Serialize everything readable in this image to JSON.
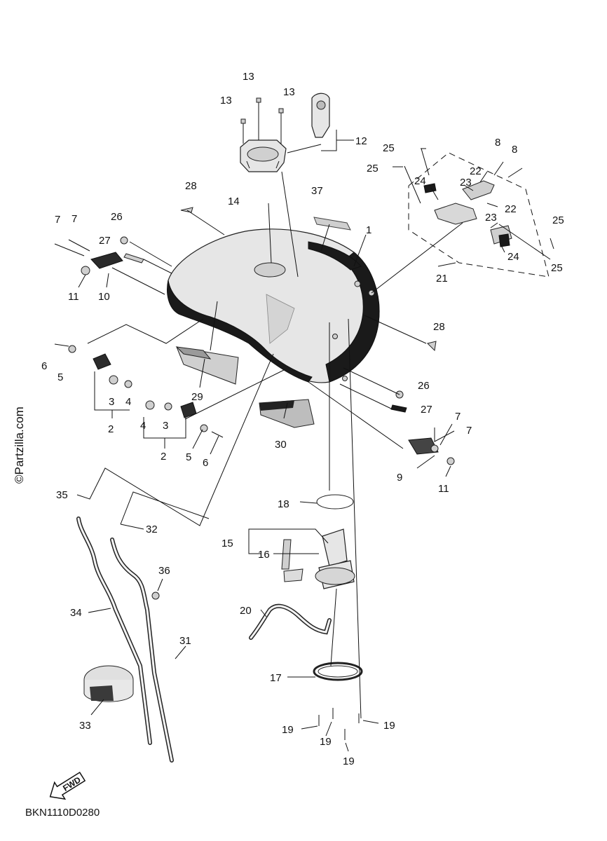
{
  "watermark": "©Partzilla.com",
  "document_code": "BKN1110D0280",
  "fwd_arrow_label": "FWD",
  "callouts": {
    "c1": "1",
    "c2a": "2",
    "c2b": "2",
    "c3a": "3",
    "c3b": "3",
    "c4a": "4",
    "c4b": "4",
    "c5a": "5",
    "c5b": "5",
    "c6a": "6",
    "c6b": "6",
    "c7a": "7",
    "c7b": "7",
    "c7c": "7",
    "c7d": "7",
    "c8a": "8",
    "c8b": "8",
    "c9": "9",
    "c10": "10",
    "c11a": "11",
    "c11b": "11",
    "c12": "12",
    "c13a": "13",
    "c13b": "13",
    "c13c": "13",
    "c14": "14",
    "c15": "15",
    "c16": "16",
    "c17": "17",
    "c18": "18",
    "c19a": "19",
    "c19b": "19",
    "c19c": "19",
    "c19d": "19",
    "c20": "20",
    "c21": "21",
    "c22a": "22",
    "c22b": "22",
    "c23a": "23",
    "c23b": "23",
    "c24a": "24",
    "c24b": "24",
    "c25a": "25",
    "c25b": "25",
    "c25c": "25",
    "c25d": "25",
    "c26a": "26",
    "c26b": "26",
    "c27a": "27",
    "c27b": "27",
    "c28a": "28",
    "c28b": "28",
    "c29": "29",
    "c30": "30",
    "c31": "31",
    "c32": "32",
    "c33": "33",
    "c34": "34",
    "c35": "35",
    "c36": "36",
    "c37": "37"
  }
}
